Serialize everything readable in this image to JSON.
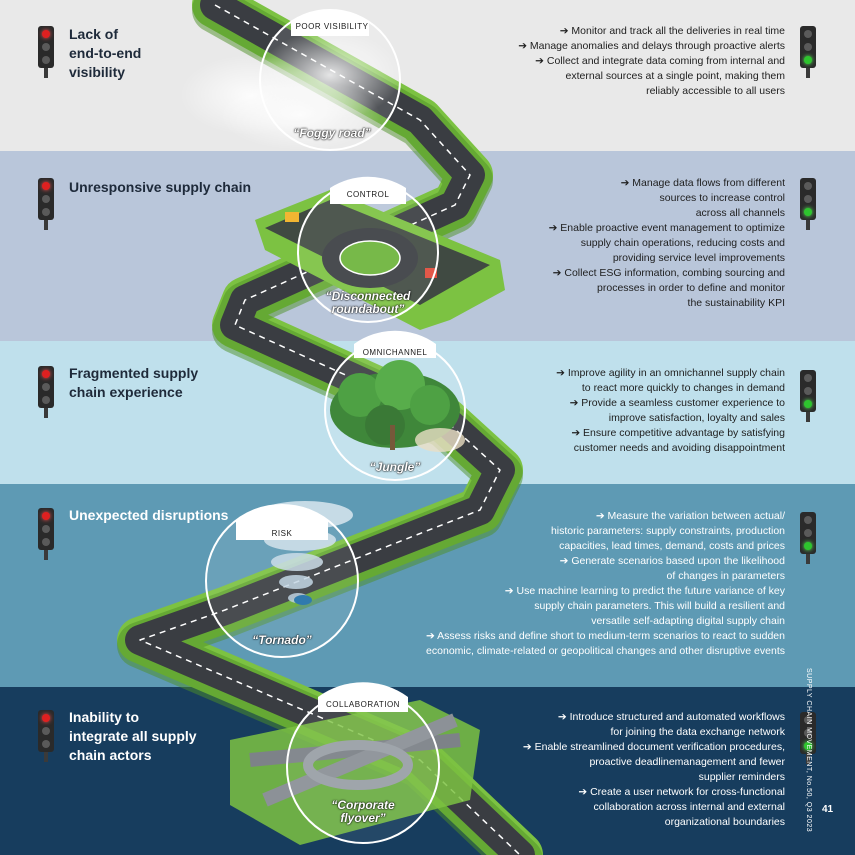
{
  "rows": [
    {
      "title": "Lack of\nend-to-end\nvisibility",
      "circle_label": "POOR VISIBILITY",
      "quote": "“Foggy road”",
      "bullets": [
        "➔ Monitor and track all the deliveries in real time",
        "➔ Manage anomalies and delays through proactive alerts",
        "➔ Collect and integrate data coming from internal and",
        "external sources at a single point, making them",
        "reliably accessible to all users"
      ]
    },
    {
      "title": "Unresponsive supply chain",
      "circle_label": "CONTROL",
      "quote": "“Disconnected\nroundabout”",
      "bullets": [
        "➔ Manage data flows from different",
        "sources to increase control",
        "across all channels",
        "➔ Enable proactive event management to optimize",
        "supply chain operations, reducing costs and",
        "providing service level improvements",
        "➔ Collect ESG information, combing sourcing and",
        "processes in order to define and monitor",
        "the sustainability KPI"
      ]
    },
    {
      "title": "Fragmented supply\nchain experience",
      "circle_label": "OMNICHANNEL",
      "quote": "“Jungle”",
      "bullets": [
        "➔ Improve agility in an omnichannel supply chain",
        "to react more quickly to changes in demand",
        "➔ Provide a seamless customer experience to",
        "improve satisfaction, loyalty and sales",
        "➔ Ensure competitive advantage by satisfying",
        "customer needs and avoiding disappointment"
      ]
    },
    {
      "title": "Unexpected disruptions",
      "circle_label": "RISK",
      "quote": "“Tornado”",
      "bullets": [
        "➔ Measure the variation between actual/",
        "historic parameters: supply constraints, production",
        "capacities, lead times, demand, costs and prices",
        "➔ Generate scenarios based upon the likelihood",
        "of changes in parameters",
        "➔ Use machine learning to predict the future variance of key",
        "supply chain parameters. This will build a resilient and",
        "versatile self-adapting digital supply chain",
        "➔ Assess risks and define short to medium-term scenarios to react to sudden",
        "economic, climate-related or geopolitical changes and other disruptive events"
      ]
    },
    {
      "title": "Inability to\nintegrate all supply\nchain actors",
      "circle_label": "COLLABORATION",
      "quote": "“Corporate\nflyover”",
      "bullets": [
        "➔ Introduce structured and automated workflows",
        "for joining the data exchange network",
        "➔ Enable streamlined document verification procedures,",
        "proactive deadlinemanagement and fewer",
        "supplier reminders",
        "➔ Create a user network for cross-functional",
        "collaboration across internal and external",
        "organizational boundaries"
      ]
    }
  ],
  "side_text": "SUPPLY CHAIN MOVEMENT, No.50, Q3 2023",
  "page_number": "41",
  "colors": {
    "road_green": "#7cc242",
    "road_asphalt": "#3a3d42",
    "lamp_red": "#e02020",
    "lamp_green": "#2ec42e"
  }
}
